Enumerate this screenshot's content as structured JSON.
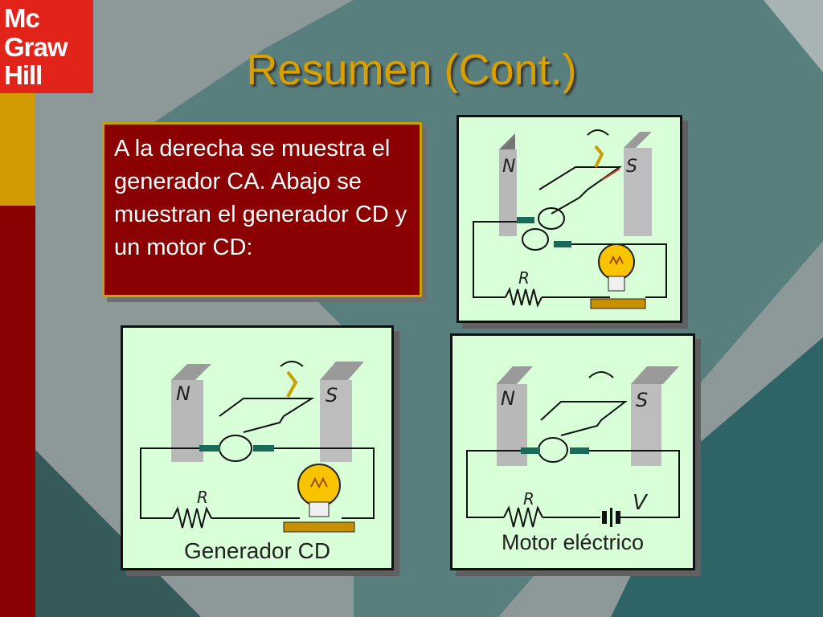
{
  "logo": {
    "line1": "Mc",
    "line2": "Graw",
    "line3": "Hill"
  },
  "title": "Resumen (Cont.)",
  "intro_text": "A la derecha se muestra el generador CA. Abajo se muestran el generador CD y un motor CD:",
  "panels": {
    "ac_generator": {
      "caption": ""
    },
    "dc_generator": {
      "caption": "Generador CD"
    },
    "dc_motor": {
      "caption": "Motor eléctrico"
    }
  },
  "labels": {
    "north": "N",
    "south": "S",
    "resistor": "R",
    "voltage": "V"
  },
  "colors": {
    "logo_red": "#e2231a",
    "title_gold": "#d8a000",
    "box_red": "#8b0000",
    "panel_green": "#d8ffd8"
  }
}
